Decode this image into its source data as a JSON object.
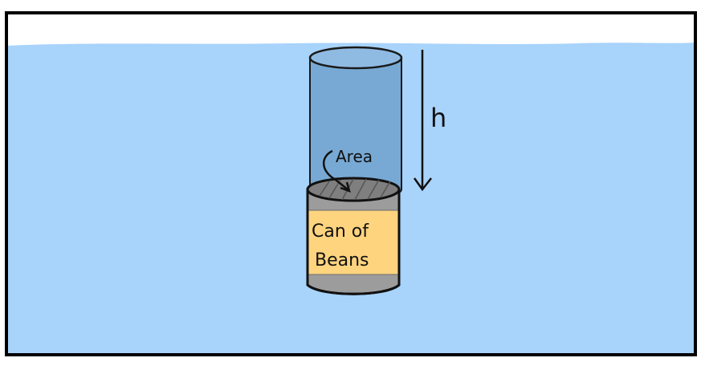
{
  "labels": {
    "area": "Area",
    "height": "h",
    "can_line1": "Can of",
    "can_line2": "Beans"
  },
  "colors": {
    "water": "#a8d3fb",
    "column": "#77a9d4",
    "can_body": "#9c9c9c",
    "can_lid": "#7f7f7f",
    "can_label": "#fed47f",
    "outline": "#000000"
  }
}
